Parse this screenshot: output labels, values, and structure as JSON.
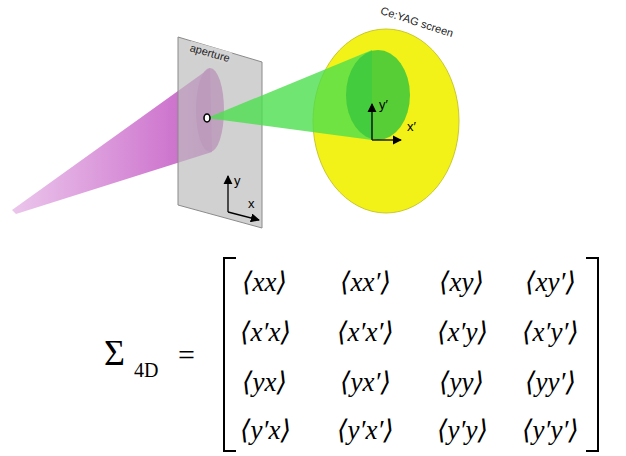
{
  "diagram": {
    "nodes": [
      {
        "text": [
          "aperture"
        ]
      },
      {
        "text": [
          "Ce:YAG screen"
        ]
      }
    ],
    "labels": [
      "y",
      "x",
      "y′",
      "x′",
      "Σ",
      "4D",
      "=",
      "⟨xx⟩",
      "⟨xx′⟩",
      "⟨xy⟩",
      "⟨xy′⟩",
      "⟨x′x⟩",
      "⟨x′x′⟩",
      "⟨x′y⟩",
      "⟨x′y′⟩",
      "⟨yx⟩",
      "⟨yx′⟩",
      "⟨yy⟩",
      "⟨yy′⟩",
      "⟨y′x⟩",
      "⟨y′x′⟩",
      "⟨y′y⟩",
      "⟨y′y′⟩"
    ]
  }
}
